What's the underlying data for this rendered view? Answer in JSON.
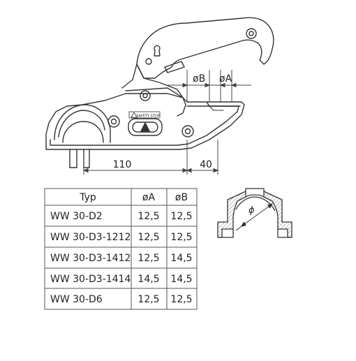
{
  "dimensions": {
    "diameter_b": "øB",
    "diameter_a": "øA",
    "length_110": "110",
    "length_40": "40",
    "section_diameter": "ϕ"
  },
  "badge": {
    "text": "SAFETY STOP"
  },
  "table": {
    "headers": [
      "Typ",
      "øA",
      "øB"
    ],
    "rows": [
      [
        "WW 30-D2",
        "12,5",
        "12,5"
      ],
      [
        "WW 30-D3-1212",
        "12,5",
        "12,5"
      ],
      [
        "WW 30-D3-1412",
        "12,5",
        "14,5"
      ],
      [
        "WW 30-D3-1414",
        "14,5",
        "14,5"
      ],
      [
        "WW 30-D6",
        "12,5",
        "12,5"
      ]
    ]
  },
  "colors": {
    "line": "#333333",
    "light_line": "#777777",
    "table_border": "#555555"
  }
}
